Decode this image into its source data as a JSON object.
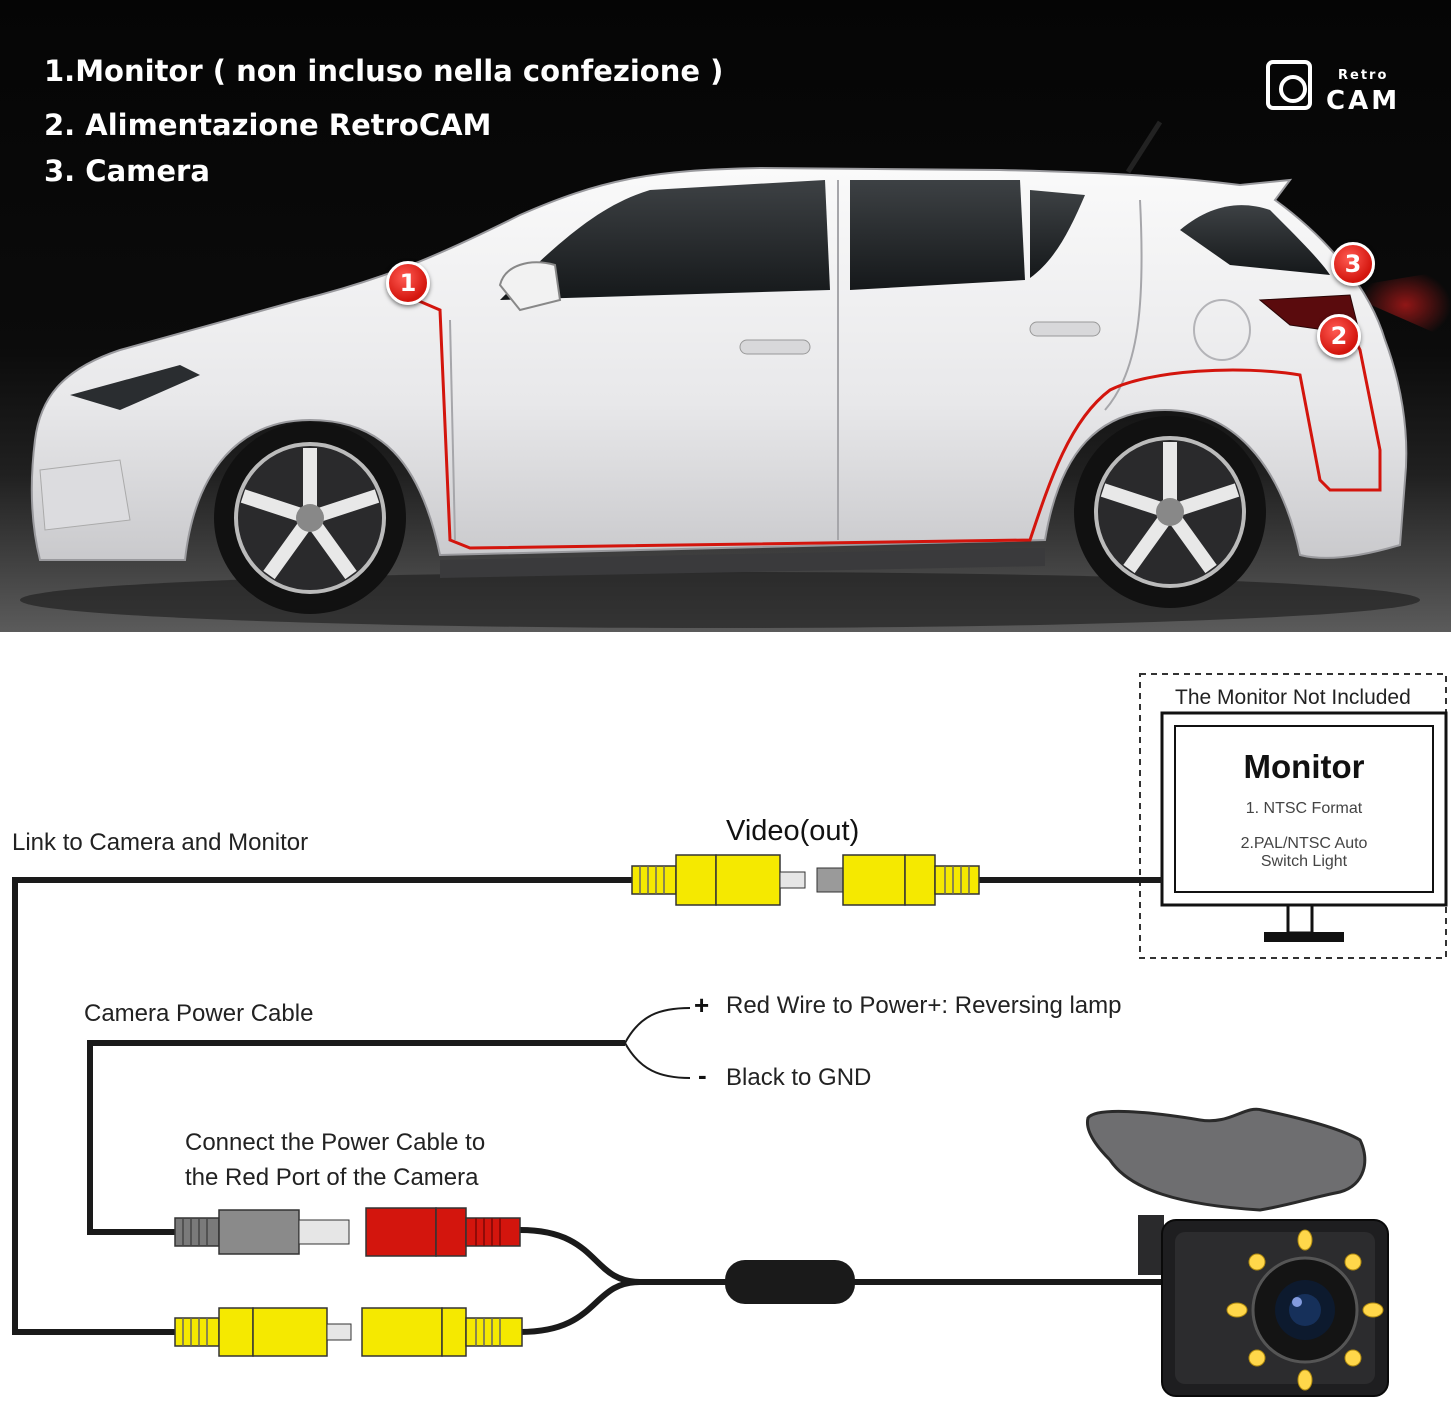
{
  "legend": {
    "item1": "1.Monitor ( non incluso nella confezione )",
    "item2": "2. Alimentazione RetroCAM",
    "item3": "3. Camera"
  },
  "logo": {
    "small": "Retro",
    "big": "CAM"
  },
  "markers": {
    "m1": "1",
    "m2": "2",
    "m3": "3"
  },
  "diagram": {
    "monitor_box_title": "The Monitor Not Included",
    "monitor_title": "Monitor",
    "monitor_spec1": "1. NTSC Format",
    "monitor_spec2_line1": "2.PAL/NTSC Auto",
    "monitor_spec2_line2": "Switch Light",
    "link_label": "Link to Camera and Monitor",
    "video_label": "Video(out)",
    "power_label": "Camera Power Cable",
    "plus_sign": "+",
    "red_wire": "Red Wire to Power+: Reversing lamp",
    "minus_sign": "-",
    "black_wire": "Black to GND",
    "connect_line1": "Connect the Power Cable to",
    "connect_line2": "the Red Port of the Camera"
  },
  "colors": {
    "accent_red": "#d3150d",
    "rca_yellow": "#f5e900",
    "wire": "#1a1a1a"
  }
}
